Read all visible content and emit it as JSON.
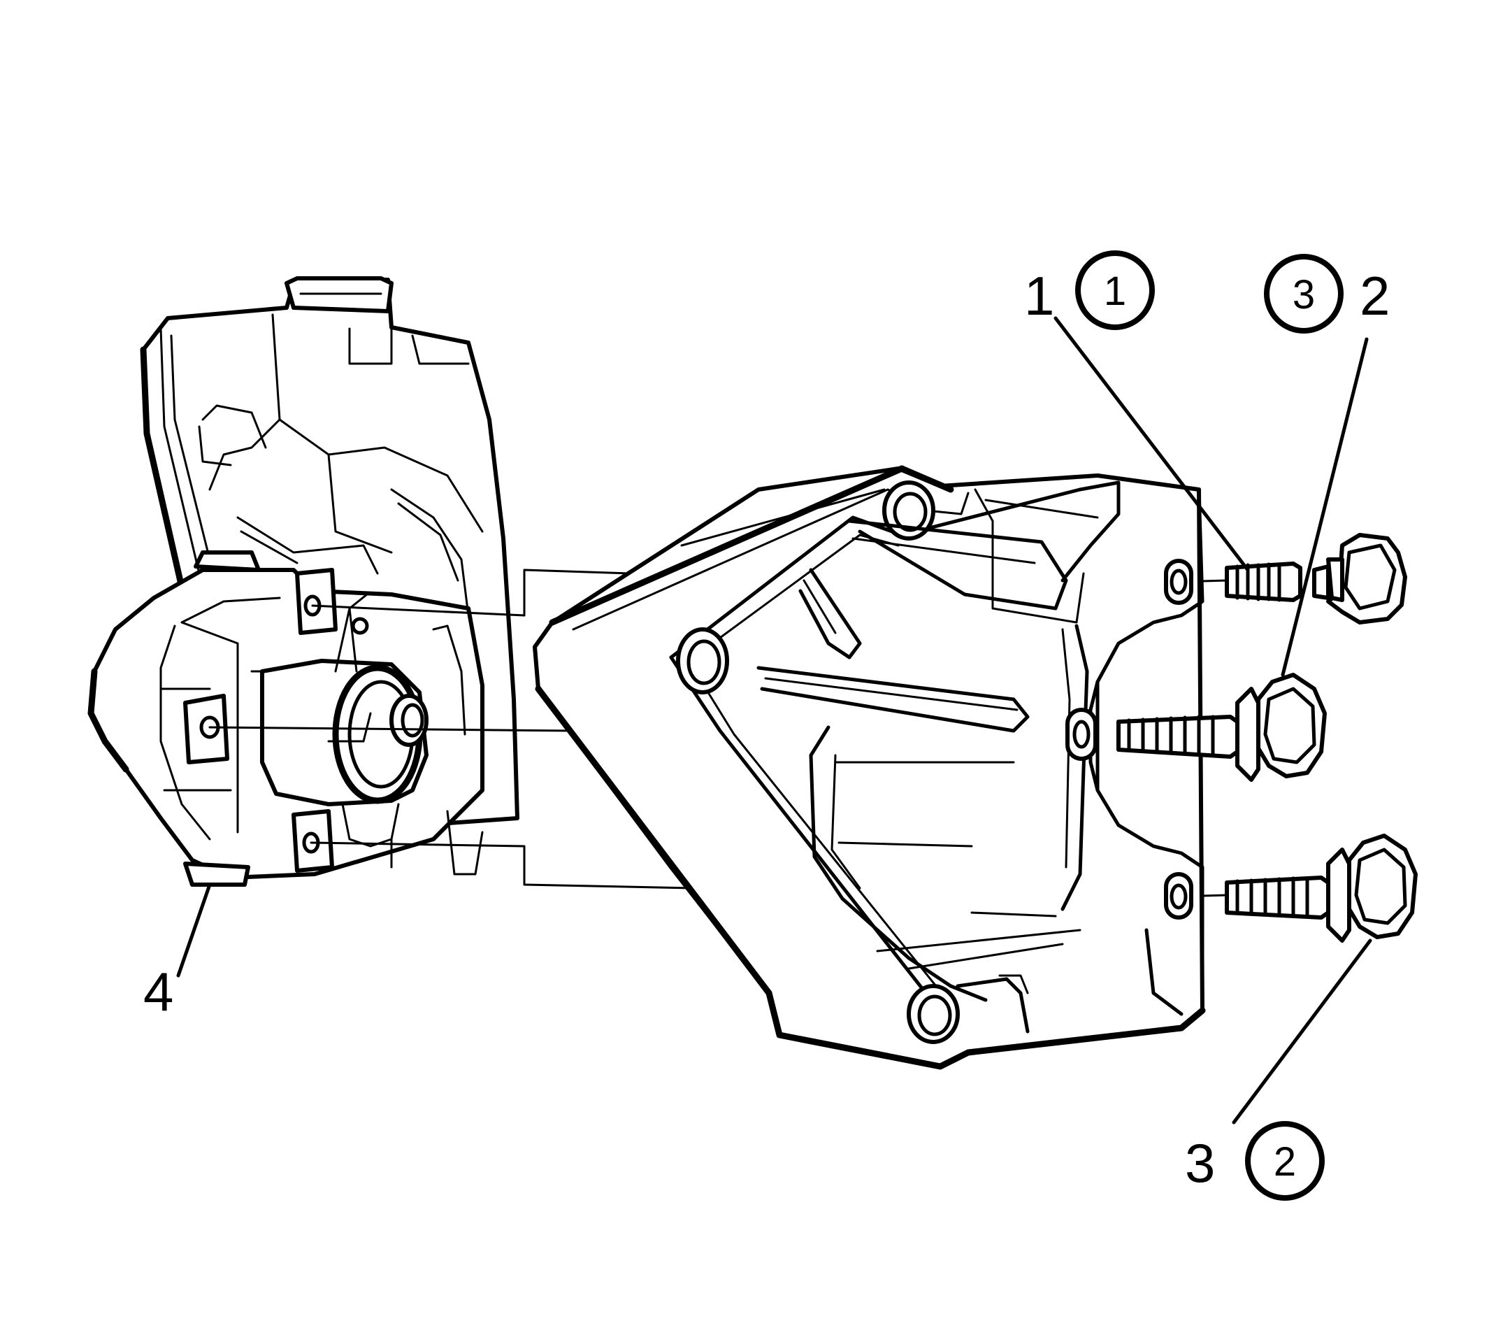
{
  "callouts": [
    {
      "id": "c1",
      "number": "1",
      "sequence": "1"
    },
    {
      "id": "c2",
      "number": "2",
      "sequence": "3"
    },
    {
      "id": "c3",
      "number": "3",
      "sequence": "2"
    },
    {
      "id": "c4",
      "number": "4",
      "sequence": ""
    }
  ],
  "colors": {
    "line": "#000000",
    "background": "#ffffff"
  }
}
